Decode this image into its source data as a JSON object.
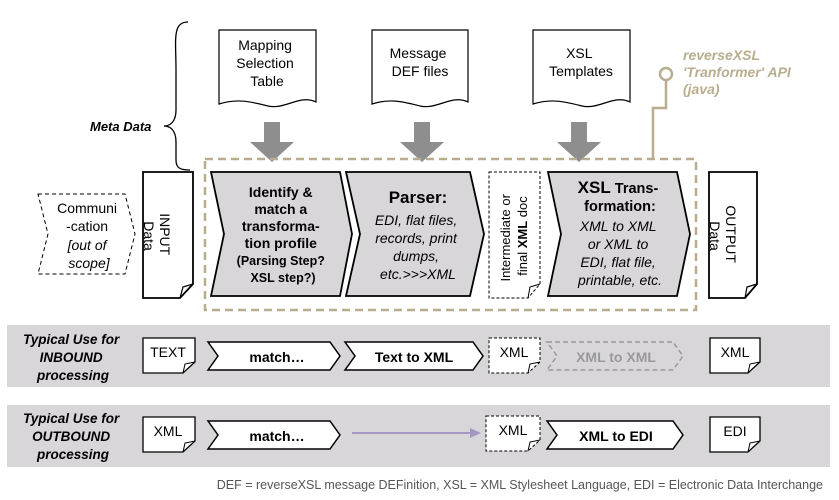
{
  "meta_label": "Meta Data",
  "docs": {
    "mapping": [
      "Mapping",
      "Selection",
      "Table"
    ],
    "message": [
      "Message",
      "DEF files"
    ],
    "xsl": [
      "XSL",
      "Templates"
    ]
  },
  "api": [
    "reverseXSL",
    "'Tranformer' API",
    "(java)"
  ],
  "communication": [
    "Communi",
    "-cation",
    "[out of",
    "scope]"
  ],
  "input": [
    "INPUT",
    "Data"
  ],
  "output": [
    "OUTPUT",
    "Data"
  ],
  "identify": [
    "Identify &",
    "match a",
    "transforma-",
    "tion profile",
    "(Parsing Step?",
    "XSL step?)"
  ],
  "parser": {
    "title": "Parser:",
    "lines": [
      "EDI, flat files,",
      "records, print",
      "dumps,",
      "etc.>>>XML"
    ]
  },
  "intermediate": {
    "line1": "Intermediate or",
    "line2_prefix": "final ",
    "line2_bold": "XML",
    "line2_suffix": " doc"
  },
  "xsl_transform": {
    "title_bold": "XSL",
    "title_rest": " Trans-",
    "title_line2": "formation:",
    "lines": [
      "XML to XML",
      "or XML to",
      "EDI, flat file,",
      "printable, etc."
    ]
  },
  "inbound": {
    "label": [
      "Typical Use for",
      "INBOUND",
      "processing"
    ],
    "input": "TEXT",
    "match": "match…",
    "parse": "Text to XML",
    "xml_mid": "XML",
    "xsl": "XML to XML",
    "output": "XML"
  },
  "outbound": {
    "label": [
      "Typical Use for",
      "OUTBOUND",
      "processing"
    ],
    "input": "XML",
    "match": "match…",
    "xml_mid": "XML",
    "xsl": "XML to EDI",
    "output": "EDI"
  },
  "footer": "DEF = reverseXSL message DEFinition, XSL = XML Stylesheet Language, EDI = Electronic Data Interchange",
  "colors": {
    "tan": "#b8ad8f",
    "grey_arrow": "#8e8e8e",
    "chevron_fill": "#d9d6da",
    "lane_fill": "#d9d6da",
    "purple": "#a597c4"
  }
}
